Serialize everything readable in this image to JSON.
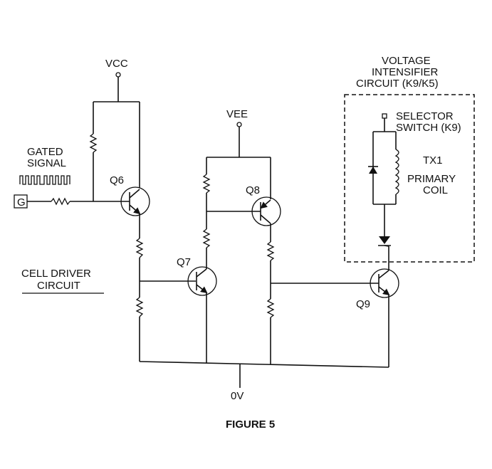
{
  "labels": {
    "vcc": "VCC",
    "vee": "VEE",
    "ground": "0V",
    "gated_signal_1": "GATED",
    "gated_signal_2": "SIGNAL",
    "input_terminal": "G",
    "q6": "Q6",
    "q7": "Q7",
    "q8": "Q8",
    "q9": "Q9",
    "cell_driver_1": "CELL DRIVER",
    "cell_driver_2": "CIRCUIT",
    "vi_1": "VOLTAGE",
    "vi_2": "INTENSIFIER",
    "vi_3": "CIRCUIT  (K9/K5)",
    "selector_1": "SELECTOR",
    "selector_2": "SWITCH (K9)",
    "tx1": "TX1",
    "primary_1": "PRIMARY",
    "primary_2": "COIL",
    "figure": "FIGURE 5"
  }
}
